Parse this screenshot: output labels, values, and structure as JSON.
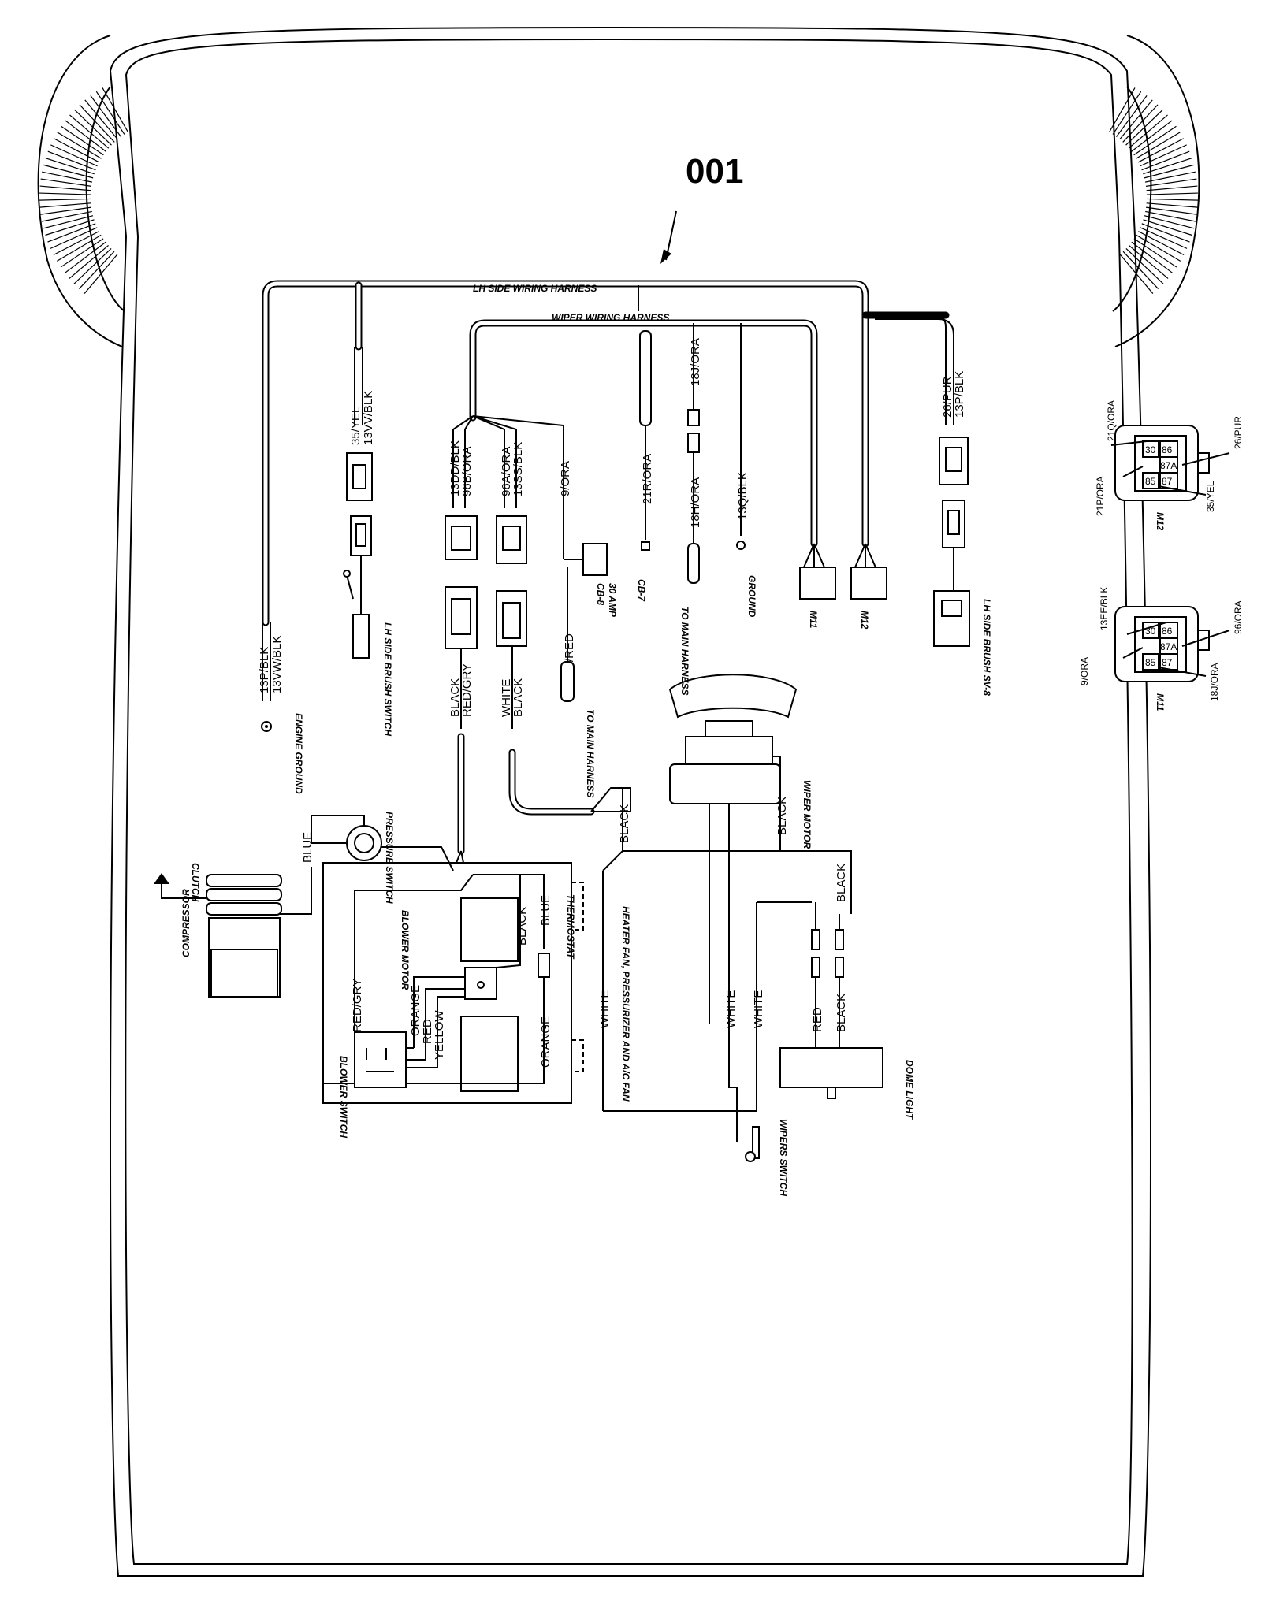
{
  "callout": "001",
  "harness_labels": [
    "LH SIDE WIRING HARNESS",
    "WIPER WIRING HARNESS"
  ],
  "wires": {
    "w35": "35/YEL",
    "w13vv": "13VV/BLK",
    "w13p_top": "13P/BLK",
    "w13vw": "13VW/BLK",
    "w13dd": "13DD/BLK",
    "w96b": "96B/ORA",
    "w96a": "96A/ORA",
    "w13ss": "13SS/BLK",
    "w9": "9/ORA",
    "w21r": "21R/ORA",
    "w18j": "18J/ORA",
    "w18h": "18H/ORA",
    "w13q": "13Q/BLK",
    "w26": "26/PUR",
    "w13p": "13P/BLK",
    "w1g": "1G/RED",
    "black": "BLACK",
    "redgry": "RED/GRY",
    "white": "WHITE",
    "blue": "BLUE",
    "orange": "ORANGE",
    "red": "RED",
    "yellow": "YELLOW"
  },
  "components": {
    "engine_ground": "ENGINE GROUND",
    "lh_brush_switch": "LH SIDE BRUSH SWITCH",
    "cb8": "CB-8",
    "cb8_amp": "30 AMP",
    "to_main1": "TO MAIN HARNESS",
    "cb7": "CB-7",
    "to_main2": "TO MAIN HARNESS",
    "ground": "GROUND",
    "m11": "M11",
    "m12": "M12",
    "lh_brush_sv": "LH SIDE BRUSH SV-8",
    "pressure_switch": "PRESSURE SWITCH",
    "clutch": "CLUTCH",
    "compressor": "COMPRESSOR",
    "blower_motor": "BLOWER MOTOR",
    "thermostat": "THERMOSTAT",
    "heater_fan": "HEATER FAN, PRESSURIZER AND A/C FAN",
    "blower_switch": "BLOWER SWITCH",
    "wiper_motor": "WIPER MOTOR",
    "wipers_switch": "WIPERS SWITCH",
    "dome_light": "DOME LIGHT"
  },
  "relay_m12": {
    "title": "M12",
    "pins": [
      "86",
      "87A",
      "87",
      "30",
      "85"
    ],
    "wires": [
      "21Q/ORA",
      "26/PUR",
      "21P/ORA",
      "35/YEL"
    ]
  },
  "relay_m11": {
    "title": "M11",
    "pins": [
      "86",
      "87A",
      "87",
      "30",
      "85"
    ],
    "wires": [
      "13EE/BLK",
      "96/ORA",
      "9/ORA",
      "18J/ORA"
    ]
  }
}
